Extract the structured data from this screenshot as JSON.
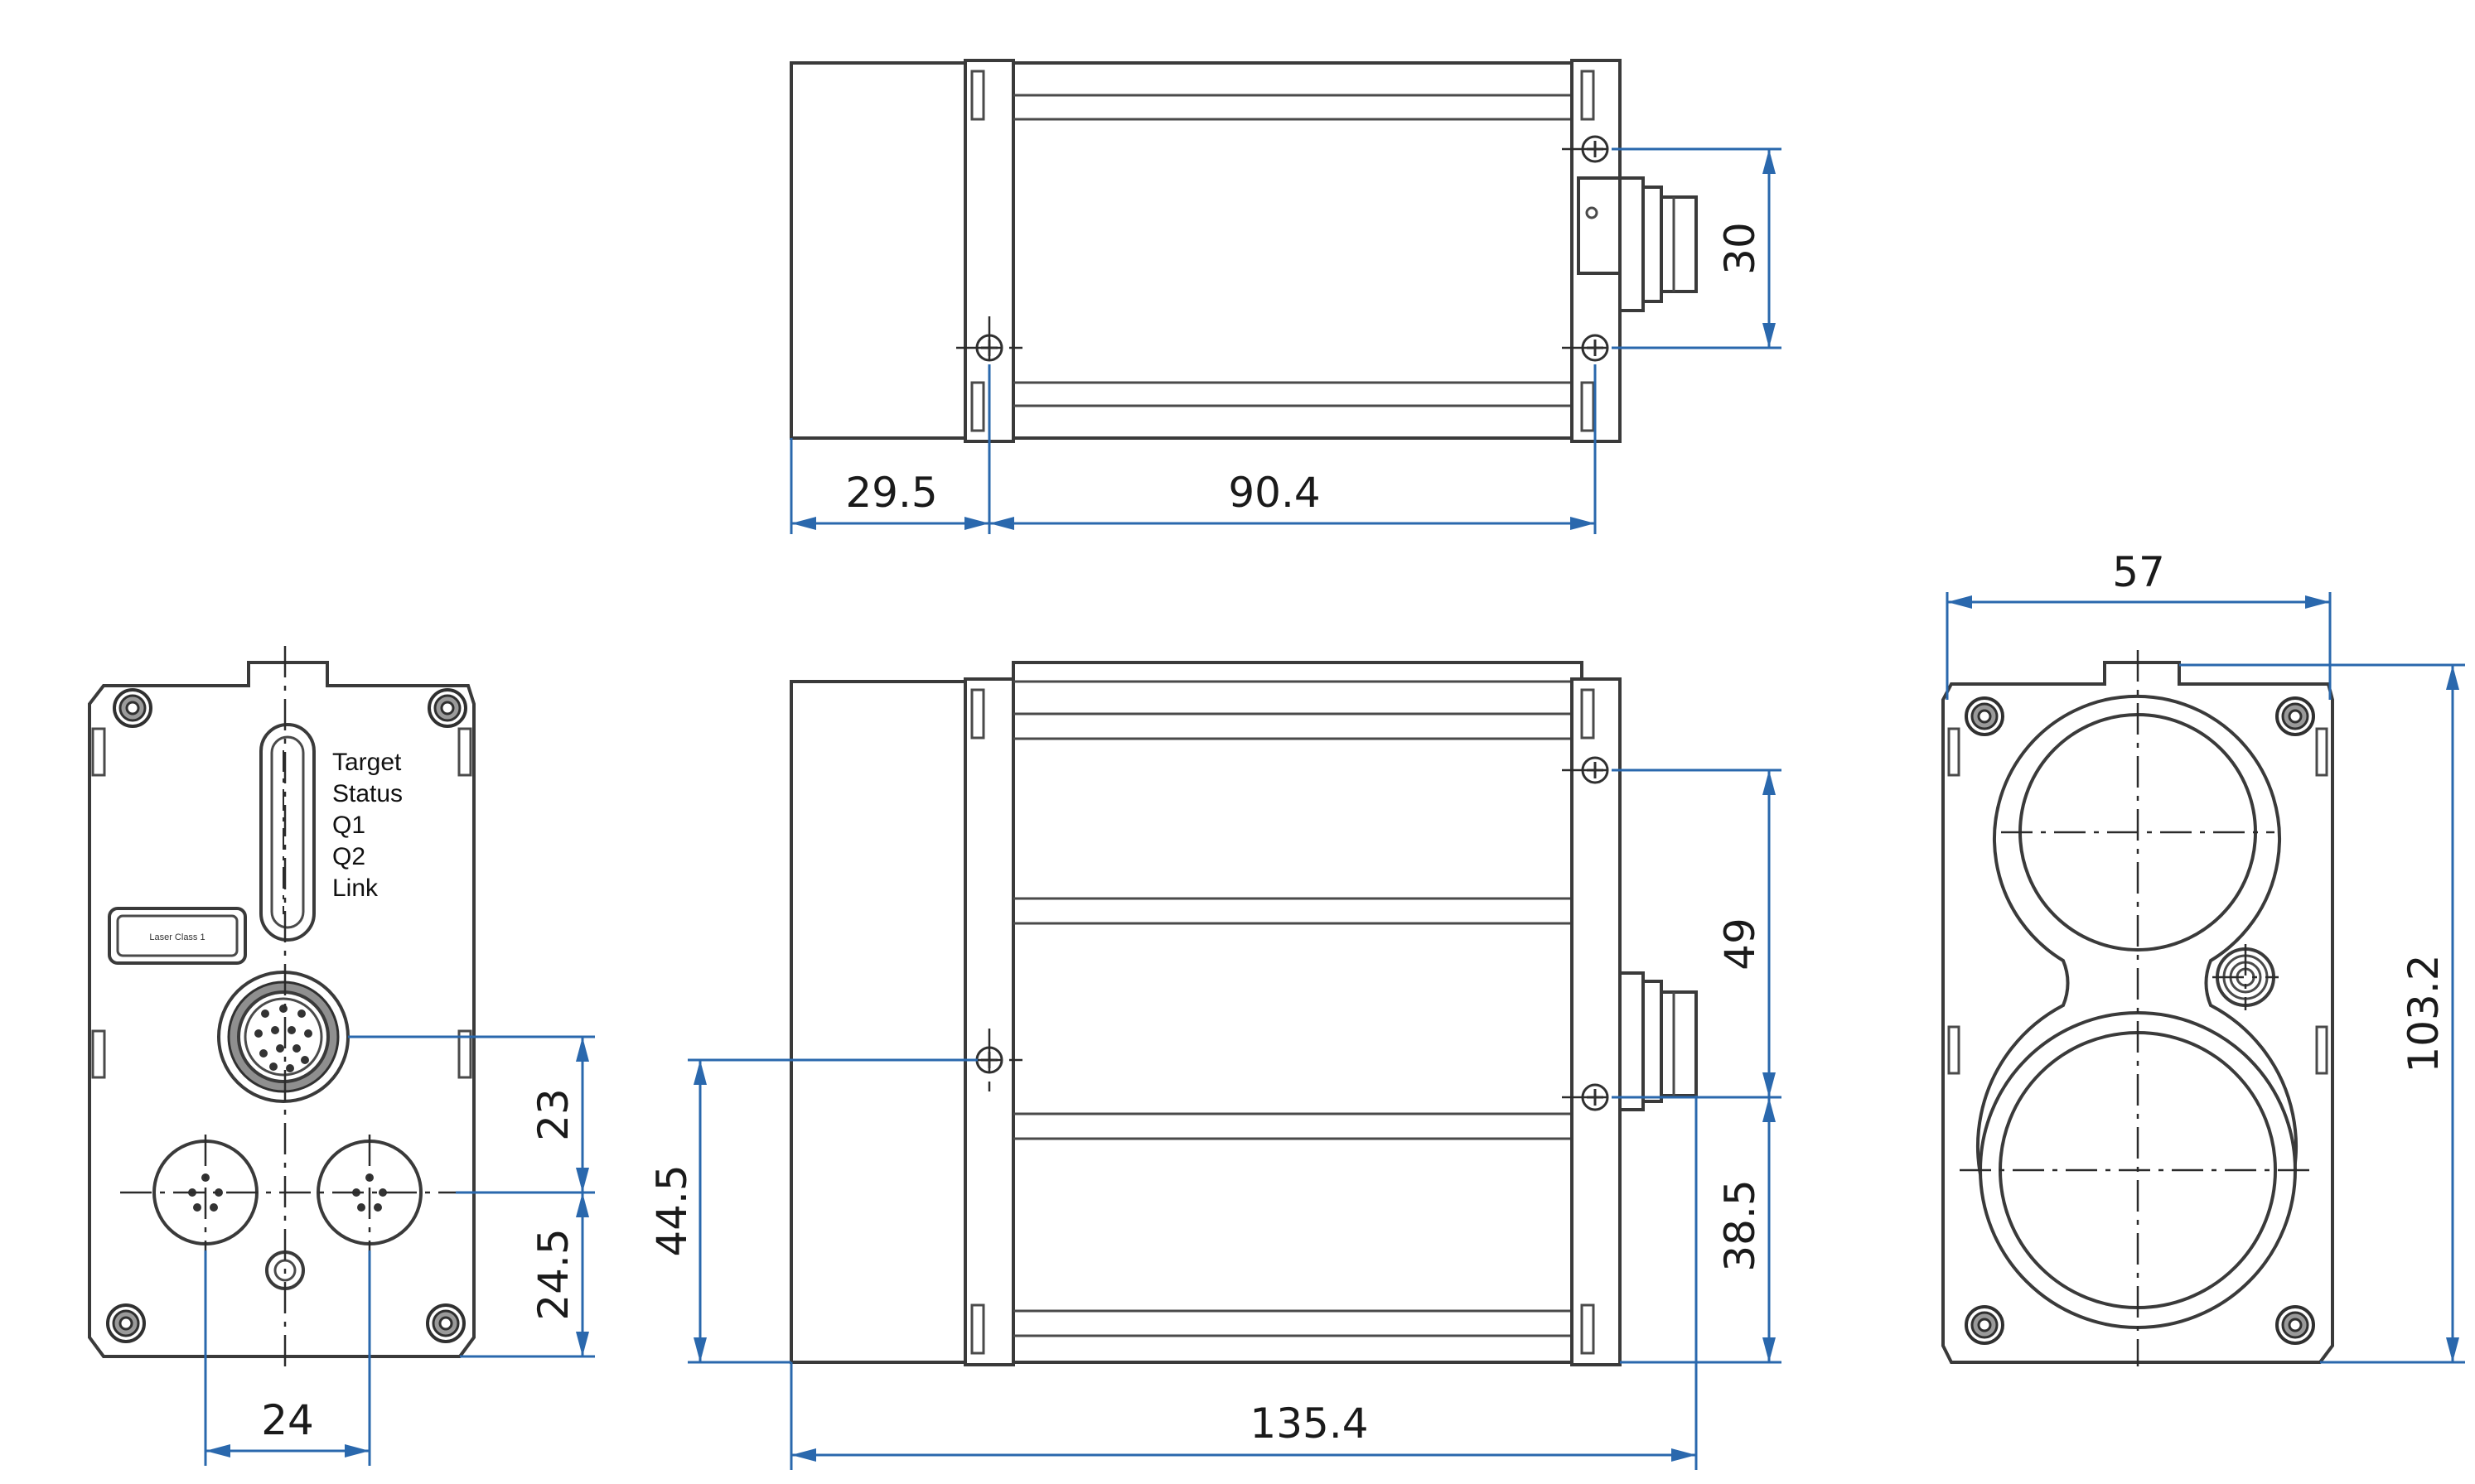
{
  "indicator_labels": [
    "Target",
    "Status",
    "Q1",
    "Q2",
    "Link"
  ],
  "laser_label": "Laser Class 1",
  "dimensions": {
    "top_left_length": "29.5",
    "top_body_length": "90.4",
    "top_connector_offset": "30",
    "front_width_span": "24",
    "front_height_upper": "23",
    "front_height_lower": "24.5",
    "side_height_lower": "44.5",
    "side_connector_upper": "49",
    "side_connector_lower": "38.5",
    "side_total_length": "135.4",
    "rear_width": "57",
    "rear_height": "103.2"
  }
}
